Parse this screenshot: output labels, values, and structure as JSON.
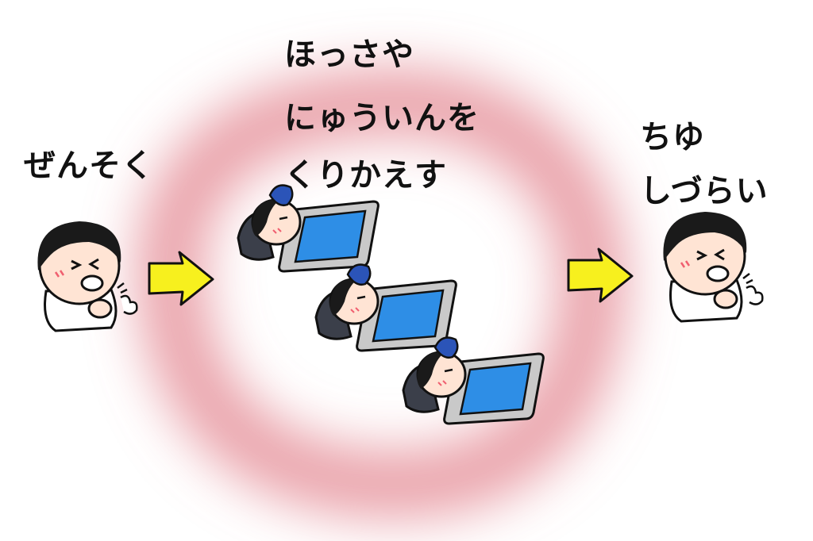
{
  "labels": {
    "start": "ぜんそく",
    "middle": [
      "ほっさや",
      "にゅういんを",
      "くりかえす"
    ],
    "end": [
      "ちゆ",
      "しづらい"
    ]
  },
  "colors": {
    "ring": "#e07a86",
    "arrow": "#f7f01e",
    "outline": "#111111",
    "hair": "#1a1a1a",
    "skin": "#ffe4d4",
    "cheek": "#f06070",
    "ice_pack": "#2b54b8",
    "blanket": "#2e8ee6",
    "blanket_frame": "#c9c9c9",
    "pillow": "#3b3f4a",
    "shirt": "#ffffff"
  },
  "icons": {
    "start": "coughing-boy-icon",
    "arrow": "arrow-right-icon",
    "patient": "hospital-bed-patient-icon",
    "end": "coughing-boy-icon"
  }
}
